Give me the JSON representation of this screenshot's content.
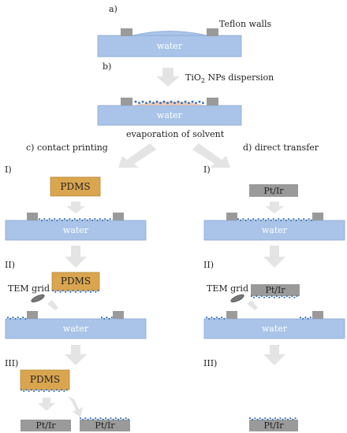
{
  "labels": {
    "a": "a)",
    "b": "b)",
    "teflon": "Teflon walls",
    "water": "water",
    "tio2_prefix": "TiO",
    "tio2_sub": "2",
    "tio2_suffix": " NPs dispersion",
    "evaporation": "evaporation of solvent",
    "contact": "c) contact printing",
    "direct": "d) direct transfer",
    "step1": "I)",
    "step2": "II)",
    "step3": "III)",
    "pdms": "PDMS",
    "ptir": "Pt/Ir",
    "tem": "TEM grid"
  },
  "colors": {
    "water": "#a9c4e8",
    "teflon": "#9a9a9a",
    "pdms": "#d9a54f",
    "arrow": "#e4e4e4",
    "particles": "#3a6fb0"
  }
}
